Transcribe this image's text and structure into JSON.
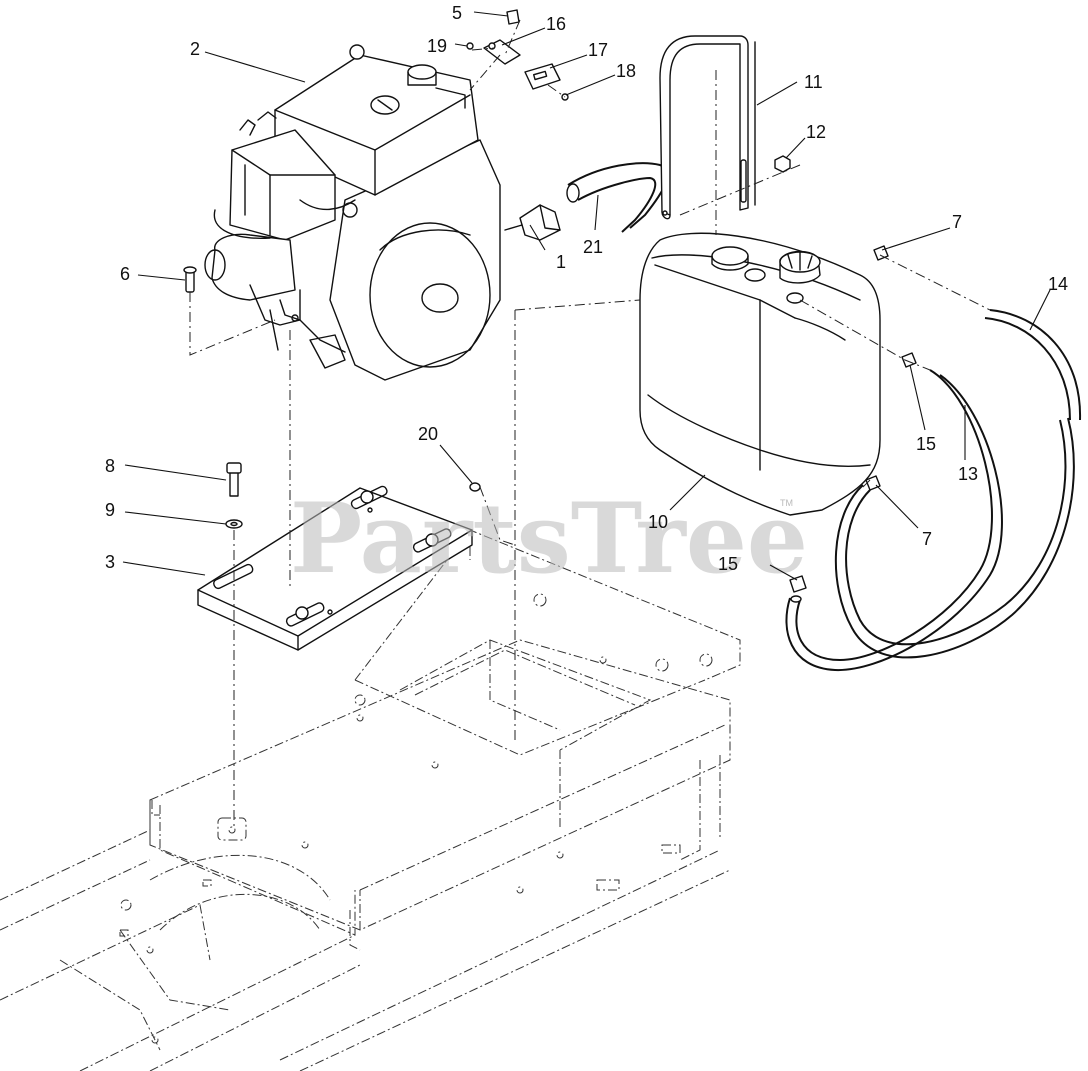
{
  "watermark": {
    "text": "PartsTree",
    "trademark": "TM"
  },
  "callouts": [
    {
      "id": "c1",
      "label": "1"
    },
    {
      "id": "c2",
      "label": "2"
    },
    {
      "id": "c3",
      "label": "3"
    },
    {
      "id": "c5",
      "label": "5"
    },
    {
      "id": "c6",
      "label": "6"
    },
    {
      "id": "c7a",
      "label": "7"
    },
    {
      "id": "c7b",
      "label": "7"
    },
    {
      "id": "c8",
      "label": "8"
    },
    {
      "id": "c9",
      "label": "9"
    },
    {
      "id": "c10",
      "label": "10"
    },
    {
      "id": "c11",
      "label": "11"
    },
    {
      "id": "c12",
      "label": "12"
    },
    {
      "id": "c13",
      "label": "13"
    },
    {
      "id": "c14",
      "label": "14"
    },
    {
      "id": "c15a",
      "label": "15"
    },
    {
      "id": "c15b",
      "label": "15"
    },
    {
      "id": "c16",
      "label": "16"
    },
    {
      "id": "c17",
      "label": "17"
    },
    {
      "id": "c18",
      "label": "18"
    },
    {
      "id": "c19",
      "label": "19"
    },
    {
      "id": "c20",
      "label": "20"
    },
    {
      "id": "c21",
      "label": "21"
    }
  ]
}
